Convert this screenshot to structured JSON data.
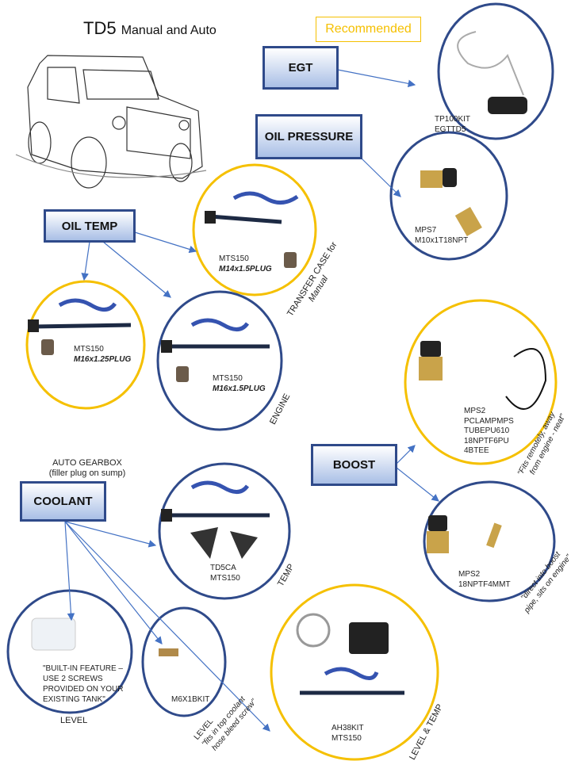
{
  "title": {
    "main": "TD5",
    "sub": "Manual and Auto"
  },
  "legend": {
    "label": "Recommended",
    "color": "#f5c000"
  },
  "colors": {
    "recommended": "#f5c000",
    "standard": "#2f4a8a",
    "arrow": "#4472c4"
  },
  "categories": {
    "egt": "EGT",
    "oil_pressure": "OIL PRESSURE",
    "oil_temp": "OIL TEMP",
    "boost": "BOOST",
    "coolant": "COOLANT"
  },
  "kits": {
    "egt": {
      "lines": [
        "TP100KIT",
        "EGTTD5"
      ],
      "recommended": false
    },
    "oil_pressure": {
      "lines": [
        "MPS7",
        "M10x1T18NPT"
      ],
      "recommended": false
    },
    "transfer_case": {
      "lines": [
        "MTS150"
      ],
      "plug": "M14x1.5PLUG",
      "label": "TRANSFER  CASE for",
      "label2": "Manual",
      "recommended": true
    },
    "auto_gearbox": {
      "lines": [
        "MTS150"
      ],
      "plug": "M16x1.25PLUG",
      "label": "AUTO  GEARBOX",
      "label2": "(filler plug on sump)",
      "recommended": true
    },
    "engine": {
      "lines": [
        "MTS150"
      ],
      "plug": "M16x1.5PLUG",
      "label": "ENGINE",
      "recommended": false
    },
    "boost_remote": {
      "lines": [
        "MPS2",
        "PCLAMPMPS",
        "TUBEPU610",
        "18NPTF6PU",
        "4BTEE"
      ],
      "note": "\"Fits remotely, away",
      "note2": "from engine - neat\"",
      "recommended": true
    },
    "boost_direct": {
      "lines": [
        "MPS2",
        "18NPTF4MMT"
      ],
      "note": "\"direct into boost",
      "note2": "pipe, sits on engine\"",
      "recommended": false
    },
    "coolant_temp": {
      "lines": [
        "TD5CA",
        "MTS150"
      ],
      "label": "TEMP",
      "recommended": false
    },
    "level_builtin": {
      "lines": [
        "\"BUILT-IN FEATURE –",
        "USE 2 SCREWS",
        "PROVIDED ON YOUR",
        "EXISTING TANK\""
      ],
      "label": "LEVEL",
      "recommended": false
    },
    "level_kit": {
      "lines": [
        "M6X1BKIT"
      ],
      "label": "LEVEL",
      "note": "\"fits in top coolant",
      "note2": "hose bleed screw\"",
      "recommended": false
    },
    "level_temp": {
      "lines": [
        "AH38KIT",
        "MTS150"
      ],
      "label": "LEVEL  & TEMP",
      "recommended": true
    }
  }
}
